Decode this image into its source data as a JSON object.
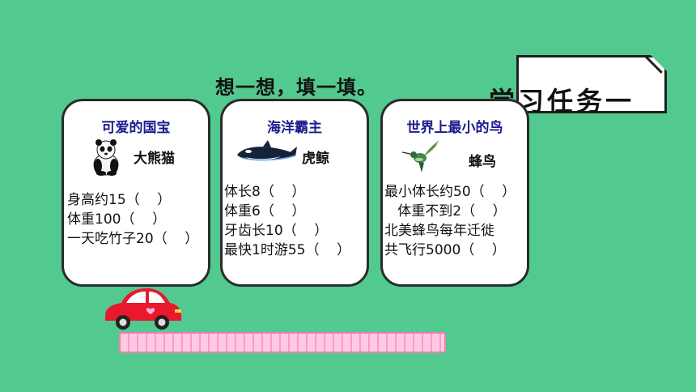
{
  "task": {
    "title": "学习任务一"
  },
  "instruction": "想一想，填一填。",
  "cards": [
    {
      "title": "可爱的国宝",
      "animal": "大熊猫",
      "icon": "panda-icon",
      "lines": [
        "身高约15（    ）",
        "体重100（    ）",
        "一天吃竹子20（    ）"
      ]
    },
    {
      "title": "海洋霸主",
      "animal": "虎鲸",
      "icon": "orca-icon",
      "lines": [
        "体长8（    ）",
        "体重6（    ）",
        "牙齿长10（    ）",
        "最快1时游55（    ）"
      ]
    },
    {
      "title": "世界上最小的鸟",
      "animal": "蜂鸟",
      "icon": "hummingbird-icon",
      "lines": [
        "最小体长约50（    ）",
        "   体重不到2（    ）",
        "北美蜂鸟每年迁徙",
        "共飞行5000（    ）"
      ]
    }
  ],
  "colors": {
    "background": "#52c98e",
    "title_blue": "#1b1b8f",
    "car_red": "#e8192c",
    "road_pink": "#ffc9e3"
  }
}
